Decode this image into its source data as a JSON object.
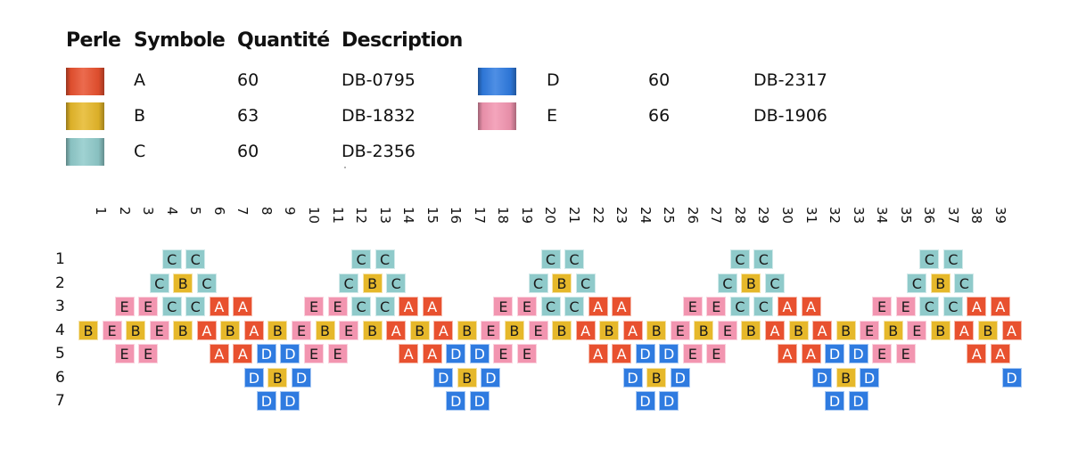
{
  "legend": {
    "headers": {
      "perle": "Perle",
      "symbole": "Symbole",
      "quantite": "Quantité",
      "description": "Description"
    },
    "items": [
      {
        "symbol": "A",
        "quantity": "60",
        "description": "DB-0795",
        "color": "#e8512f",
        "text_color": "#ffffff"
      },
      {
        "symbol": "B",
        "quantity": "63",
        "description": "DB-1832",
        "color": "#e6b82a",
        "text_color": "#1a1a1a"
      },
      {
        "symbol": "C",
        "quantity": "60",
        "description": "DB-2356",
        "color": "#8fcaca",
        "text_color": "#1a1a1a"
      },
      {
        "symbol": "D",
        "quantity": "60",
        "description": "DB-2317",
        "color": "#2f7be0",
        "text_color": "#ffffff"
      },
      {
        "symbol": "E",
        "quantity": "66",
        "description": "DB-1906",
        "color": "#f295b0",
        "text_color": "#1a1a1a"
      }
    ]
  },
  "grid": {
    "column_labels": [
      "1",
      "2",
      "3",
      "4",
      "5",
      "6",
      "7",
      "8",
      "9",
      "10",
      "11",
      "12",
      "13",
      "14",
      "15",
      "16",
      "17",
      "18",
      "19",
      "20",
      "21",
      "22",
      "23",
      "24",
      "25",
      "26",
      "27",
      "28",
      "29",
      "30",
      "31",
      "32",
      "33",
      "34",
      "35",
      "36",
      "37",
      "38",
      "39"
    ],
    "row_labels": [
      "1",
      "2",
      "3",
      "4",
      "5",
      "6",
      "7"
    ],
    "rows": [
      {
        "offset": false,
        "beads": "...CC......CC......CC......CC......CC.."
      },
      {
        "offset": true,
        "beads": "...CBC.....CBC.....CBC.....CBC.....CBC.."
      },
      {
        "offset": false,
        "beads": ".EECCAA..EECCAA..EECCAA..EECCAA..EECCAA"
      },
      {
        "offset": true,
        "beads": "BEBEBABABEBEBABABEBEBABABEBEBABABEBEBABA"
      },
      {
        "offset": false,
        "beads": ".EE..AADDEE..AADDEE..AADDEE..AADDEE..AA"
      },
      {
        "offset": true,
        "beads": ".......DBD.....DBD.....DBD.....DBD.....D"
      },
      {
        "offset": false,
        "beads": ".......DD......DD......DD......DD......"
      }
    ]
  }
}
